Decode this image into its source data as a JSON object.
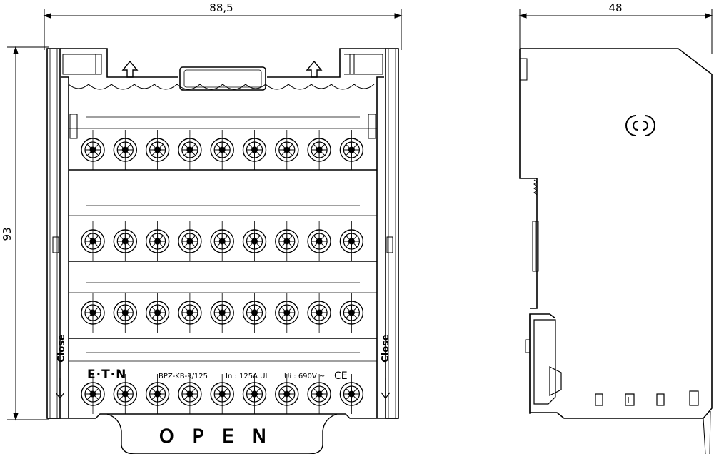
{
  "dimensions": {
    "width": "88,5",
    "height": "93",
    "depth": "48"
  },
  "front_view": {
    "brand": "E·T·N",
    "model": "BPZ-KB-9/125",
    "current": "In : 125A UL",
    "voltage": "Ui : 690V ~",
    "ce_mark": "CE",
    "open_label": "OPEN",
    "close_label_left": "Close",
    "close_label_right": "Close",
    "terminal_rows": 4,
    "terminals_per_row": 9
  }
}
